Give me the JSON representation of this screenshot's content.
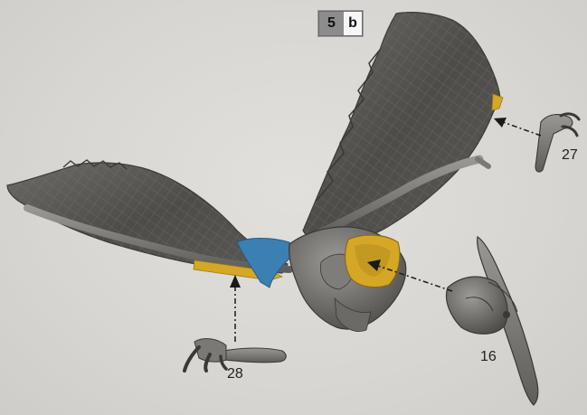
{
  "step": {
    "number": "5",
    "sub": "b"
  },
  "parts": {
    "wing_claw_right": "27",
    "head": "16",
    "foot": "28"
  },
  "colors": {
    "background": "#dcdad6",
    "wing_gray": "#555450",
    "glue_yellow": "#d4a826",
    "accent_blue": "#3b7fb3",
    "badge_dark": "#8c8c8c"
  },
  "icons": {
    "arrow": "dash-dot-arrow-icon"
  }
}
